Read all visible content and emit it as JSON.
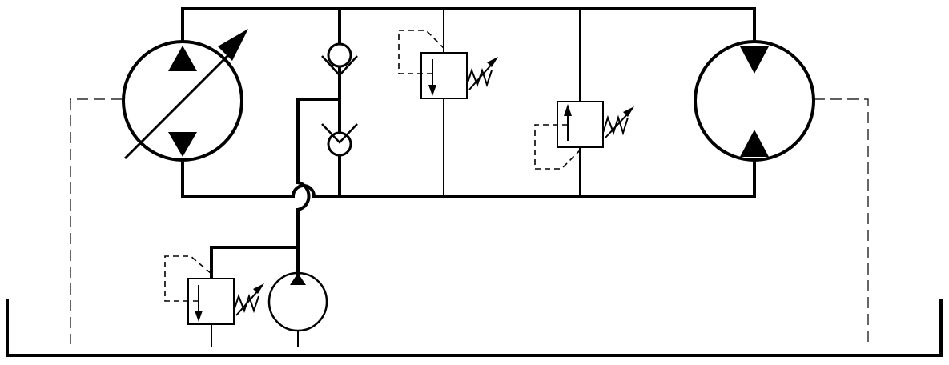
{
  "diagram": {
    "type": "hydraulic-circuit-schematic",
    "components": [
      {
        "id": "variable-displacement-pump",
        "symbol": "circle-two-triangles-variable-arrow"
      },
      {
        "id": "check-valve-upper",
        "symbol": "ball-seat"
      },
      {
        "id": "check-valve-lower",
        "symbol": "ball-seat"
      },
      {
        "id": "relief-valve-upper",
        "symbol": "spring-adjustable-pilot-dashed"
      },
      {
        "id": "relief-valve-middle",
        "symbol": "spring-adjustable-pilot-dashed"
      },
      {
        "id": "hydraulic-motor",
        "symbol": "circle-two-triangles-inward"
      },
      {
        "id": "charge-pump",
        "symbol": "circle-one-triangle"
      },
      {
        "id": "charge-relief-valve",
        "symbol": "spring-adjustable-pilot-dashed"
      },
      {
        "id": "reservoir",
        "symbol": "open-tank"
      }
    ],
    "colors": {
      "line": "#000000",
      "background": "#ffffff"
    }
  }
}
